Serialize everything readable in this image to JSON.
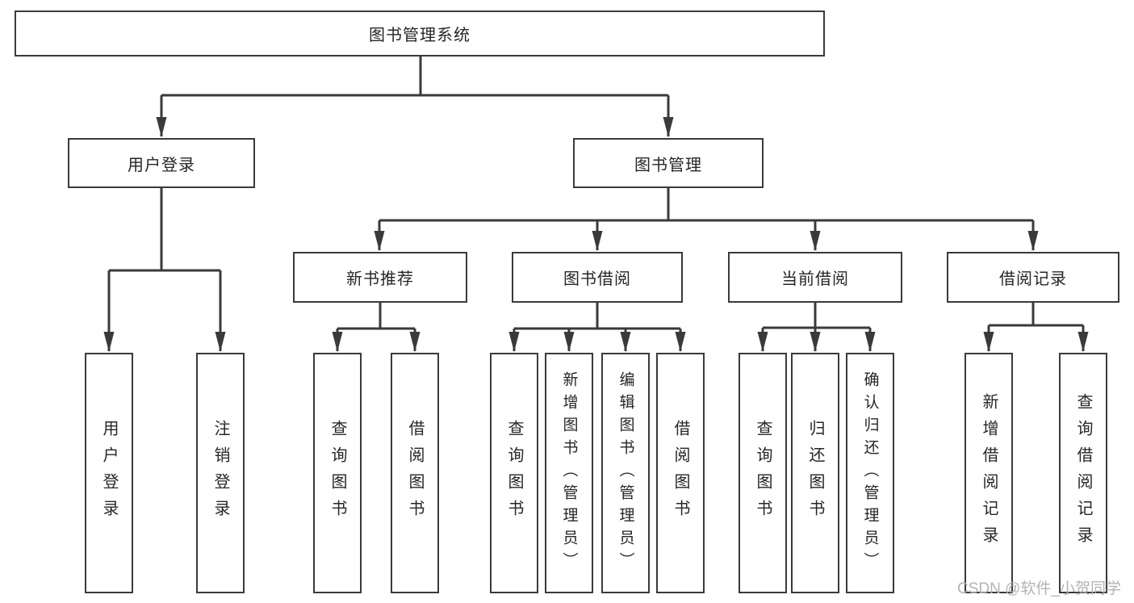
{
  "watermark": "CSDN @软件_小贺同学",
  "colors": {
    "line": "#3a3a3a",
    "node_border": "#3a3a3a",
    "text": "#262626",
    "watermark": "#b3b3b3",
    "background": "#ffffff"
  },
  "tree": {
    "label": "图书管理系统",
    "children": [
      {
        "label": "用户登录",
        "children": [
          {
            "label": "用户登录"
          },
          {
            "label": "注销登录"
          }
        ]
      },
      {
        "label": "图书管理",
        "children": [
          {
            "label": "新书推荐",
            "children": [
              {
                "label": "查询图书"
              },
              {
                "label": "借阅图书"
              }
            ]
          },
          {
            "label": "图书借阅",
            "children": [
              {
                "label": "查询图书"
              },
              {
                "label": "新增图书（管理员）"
              },
              {
                "label": "编辑图书（管理员）"
              },
              {
                "label": "借阅图书"
              }
            ]
          },
          {
            "label": "当前借阅",
            "children": [
              {
                "label": "查询图书"
              },
              {
                "label": "归还图书"
              },
              {
                "label": "确认归还（管理员）"
              }
            ]
          },
          {
            "label": "借阅记录",
            "children": [
              {
                "label": "新增借阅记录"
              },
              {
                "label": "查询借阅记录"
              }
            ]
          }
        ]
      }
    ]
  }
}
